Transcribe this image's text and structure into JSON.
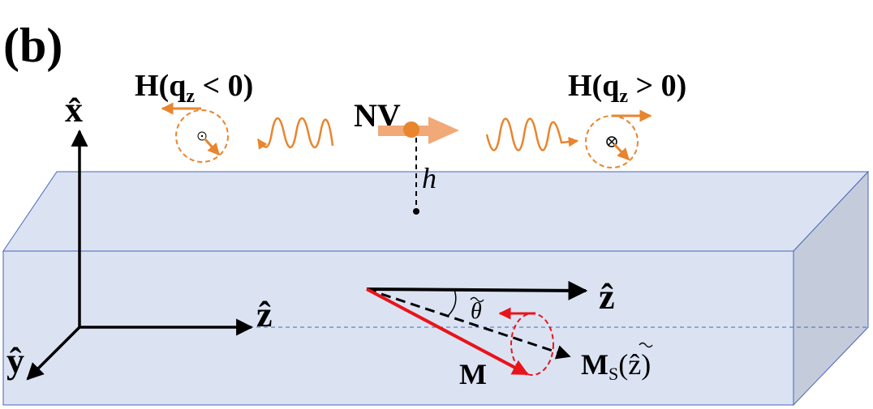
{
  "panel_label": "(b)",
  "axes": {
    "x_hat": "x̂",
    "y_hat": "ŷ",
    "z_hat": "ẑ",
    "z_hat_right": "ẑ"
  },
  "nv": {
    "label": "NV",
    "height_label": "h"
  },
  "field_left": {
    "label": "H(q",
    "subscript": "z",
    "condition": " < 0)"
  },
  "field_right": {
    "label": "H(q",
    "subscript": "z",
    "condition": " > 0)"
  },
  "magnetization": {
    "m_label": "M",
    "ms_label": "M",
    "ms_subscript": "S",
    "ms_arg": "(ẑ)",
    "angle_label": "θ"
  },
  "colors": {
    "slab_fill": "#dbe3f3",
    "slab_side": "#c4ccdb",
    "slab_edge": "#4a66b8",
    "orange": "#e8852e",
    "red": "#e8141a",
    "black": "#000000"
  }
}
